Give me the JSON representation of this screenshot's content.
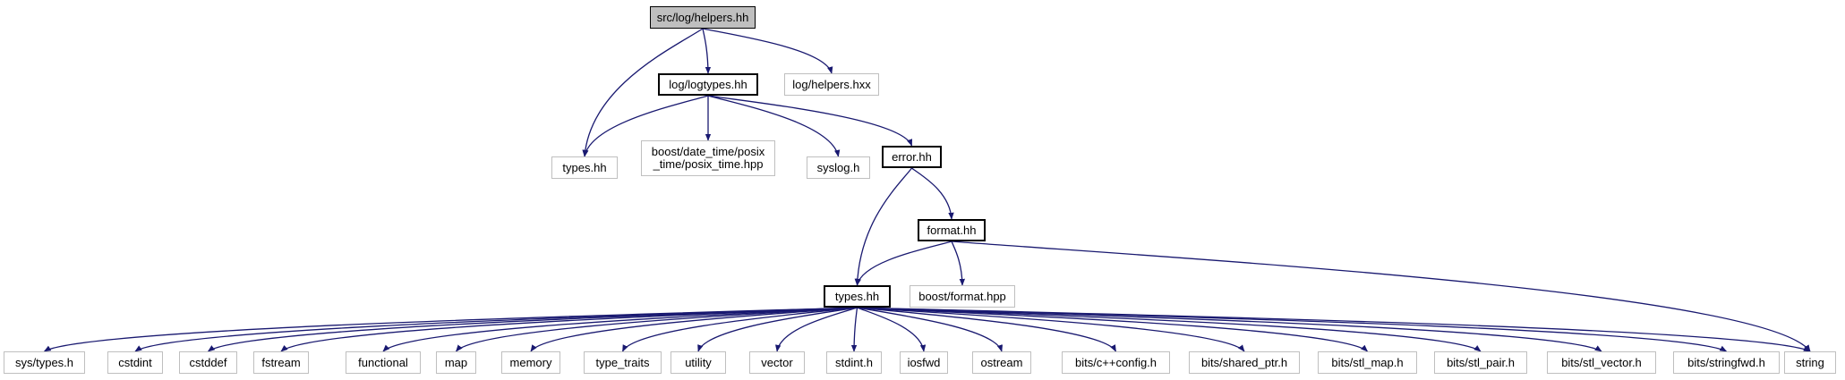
{
  "nodes": [
    {
      "id": "root",
      "label": "src/log/helpers.hh",
      "kind": "root"
    },
    {
      "id": "logtypes",
      "label": "log/logtypes.hh",
      "kind": "internal"
    },
    {
      "id": "helpers_hxx",
      "label": "log/helpers.hxx",
      "kind": "external"
    },
    {
      "id": "types_ext",
      "label": "types.hh",
      "kind": "external"
    },
    {
      "id": "posix_time",
      "label": "boost/date_time/posix\n_time/posix_time.hpp",
      "kind": "external"
    },
    {
      "id": "syslog",
      "label": "syslog.h",
      "kind": "external"
    },
    {
      "id": "error",
      "label": "error.hh",
      "kind": "internal"
    },
    {
      "id": "format",
      "label": "format.hh",
      "kind": "internal"
    },
    {
      "id": "types",
      "label": "types.hh",
      "kind": "internal"
    },
    {
      "id": "boost_format",
      "label": "boost/format.hpp",
      "kind": "external"
    },
    {
      "id": "sys_types",
      "label": "sys/types.h",
      "kind": "external"
    },
    {
      "id": "cstdint",
      "label": "cstdint",
      "kind": "external"
    },
    {
      "id": "cstddef",
      "label": "cstddef",
      "kind": "external"
    },
    {
      "id": "fstream",
      "label": "fstream",
      "kind": "external"
    },
    {
      "id": "functional",
      "label": "functional",
      "kind": "external"
    },
    {
      "id": "map",
      "label": "map",
      "kind": "external"
    },
    {
      "id": "memory",
      "label": "memory",
      "kind": "external"
    },
    {
      "id": "type_traits",
      "label": "type_traits",
      "kind": "external"
    },
    {
      "id": "utility",
      "label": "utility",
      "kind": "external"
    },
    {
      "id": "vector",
      "label": "vector",
      "kind": "external"
    },
    {
      "id": "stdint",
      "label": "stdint.h",
      "kind": "external"
    },
    {
      "id": "iosfwd",
      "label": "iosfwd",
      "kind": "external"
    },
    {
      "id": "ostream",
      "label": "ostream",
      "kind": "external"
    },
    {
      "id": "cxxconfig",
      "label": "bits/c++config.h",
      "kind": "external"
    },
    {
      "id": "shared_ptr",
      "label": "bits/shared_ptr.h",
      "kind": "external"
    },
    {
      "id": "stl_map",
      "label": "bits/stl_map.h",
      "kind": "external"
    },
    {
      "id": "stl_pair",
      "label": "bits/stl_pair.h",
      "kind": "external"
    },
    {
      "id": "stl_vector",
      "label": "bits/stl_vector.h",
      "kind": "external"
    },
    {
      "id": "stringfwd",
      "label": "bits/stringfwd.h",
      "kind": "external"
    },
    {
      "id": "string",
      "label": "string",
      "kind": "external"
    }
  ],
  "edges": [
    [
      "root",
      "logtypes"
    ],
    [
      "root",
      "helpers_hxx"
    ],
    [
      "root",
      "types_ext"
    ],
    [
      "logtypes",
      "types_ext"
    ],
    [
      "logtypes",
      "posix_time"
    ],
    [
      "logtypes",
      "syslog"
    ],
    [
      "logtypes",
      "error"
    ],
    [
      "error",
      "types"
    ],
    [
      "error",
      "format"
    ],
    [
      "format",
      "types"
    ],
    [
      "format",
      "boost_format"
    ],
    [
      "format",
      "string"
    ],
    [
      "types",
      "sys_types"
    ],
    [
      "types",
      "cstdint"
    ],
    [
      "types",
      "cstddef"
    ],
    [
      "types",
      "fstream"
    ],
    [
      "types",
      "functional"
    ],
    [
      "types",
      "map"
    ],
    [
      "types",
      "memory"
    ],
    [
      "types",
      "type_traits"
    ],
    [
      "types",
      "utility"
    ],
    [
      "types",
      "vector"
    ],
    [
      "types",
      "stdint"
    ],
    [
      "types",
      "iosfwd"
    ],
    [
      "types",
      "ostream"
    ],
    [
      "types",
      "cxxconfig"
    ],
    [
      "types",
      "shared_ptr"
    ],
    [
      "types",
      "stl_map"
    ],
    [
      "types",
      "stl_pair"
    ],
    [
      "types",
      "stl_vector"
    ],
    [
      "types",
      "stringfwd"
    ],
    [
      "types",
      "string"
    ]
  ],
  "colors": {
    "edge": "#191970",
    "internal_border": "#000000",
    "external_border": "#bfbfbf",
    "root_fill": "#bfbfbf"
  }
}
